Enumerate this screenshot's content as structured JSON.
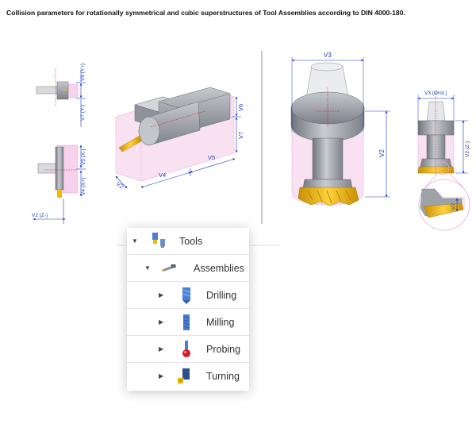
{
  "caption": "Collision parameters for rotationally symmetrical and cubic superstructures of Tool Assemblies according to DIN 4000-180.",
  "dimensions": {
    "side_top_v6": "V6 (Y+)",
    "side_top_v7": "V7 (Y-)",
    "side_bottom_v5": "V5 (X-)",
    "side_bottom_v4": "V4 (X+)",
    "side_bottom_v2": "V2 (Z-)",
    "iso_v6": "V6",
    "iso_v7": "V7",
    "iso_v5": "V5",
    "iso_v4": "V4",
    "iso_v2": "V2",
    "round_v3": "V3",
    "round_v2": "V2",
    "small_v3": "V3 (Ørot.)",
    "small_v2": "V2 (Z-)",
    "detail_v2": "V2"
  },
  "colors": {
    "dimension": "#1a3cc2",
    "highlight": "#e8a3d8",
    "tool_body": "#9a9ea6",
    "cutter": "#f2b800"
  },
  "tree": {
    "items": [
      {
        "label": "Tools",
        "icon": "tools-icon",
        "expanded": true
      },
      {
        "label": "Assemblies",
        "icon": "assembly-icon",
        "expanded": true
      },
      {
        "label": "Drilling",
        "icon": "drill-icon",
        "expanded": false
      },
      {
        "label": "Milling",
        "icon": "mill-icon",
        "expanded": false
      },
      {
        "label": "Probing",
        "icon": "probe-icon",
        "expanded": false
      },
      {
        "label": "Turning",
        "icon": "turning-icon",
        "expanded": false
      }
    ]
  }
}
